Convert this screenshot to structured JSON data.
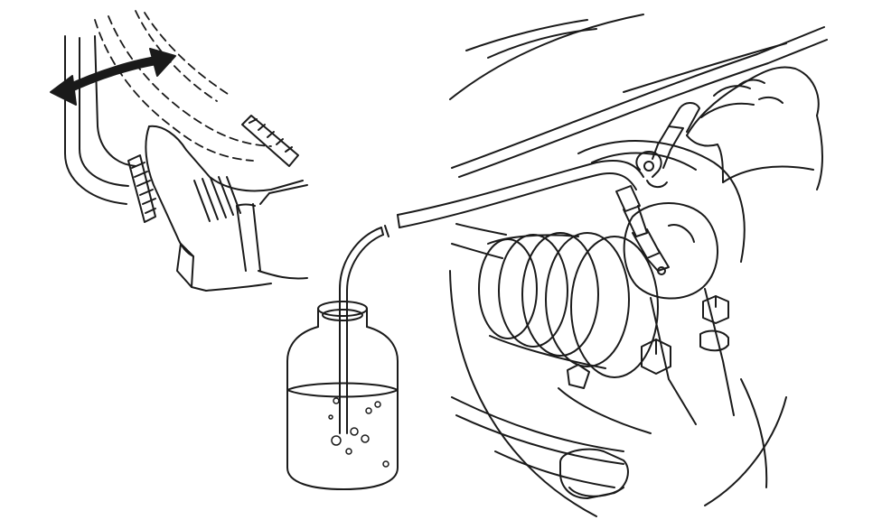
{
  "illustration": {
    "colors": {
      "line": "#1a1a1a",
      "paper": "#ffffff",
      "fluid": "#f4f4f4"
    },
    "icons": {
      "pump_arrow": "double-headed-curved-arrow",
      "pedal_motion": "dashed-ghost-position",
      "bleeder_wrench": "box-end-wrench"
    }
  }
}
